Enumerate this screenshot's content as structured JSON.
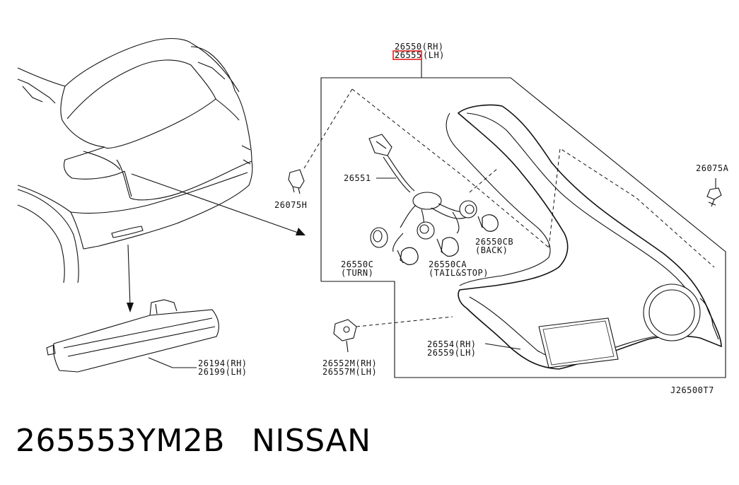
{
  "callouts": {
    "assembly_rh": "26550(RH)",
    "assembly_lh_code": "26555",
    "assembly_lh_side": "(LH)",
    "harness": "26551",
    "clip_left": "26075H",
    "screw_right": "26075A",
    "back_bulb_code": "26550CB",
    "back_bulb_name": "(BACK)",
    "turn_bulb_code": "26550C",
    "turn_bulb_name": "(TURN)",
    "tail_bulb_code": "26550CA",
    "tail_bulb_name": "(TAIL&STOP)",
    "lens_rh": "26554(RH)",
    "lens_lh": "26559(LH)",
    "socket_rh": "26552M(RH)",
    "socket_lh": "26557M(LH)",
    "reflector_rh": "26194(RH)",
    "reflector_lh": "26199(LH)",
    "figure_code": "J26500T7"
  },
  "highlight_color": "#e02020",
  "footer": {
    "part_number": "265553YM2B",
    "brand": "NISSAN"
  }
}
